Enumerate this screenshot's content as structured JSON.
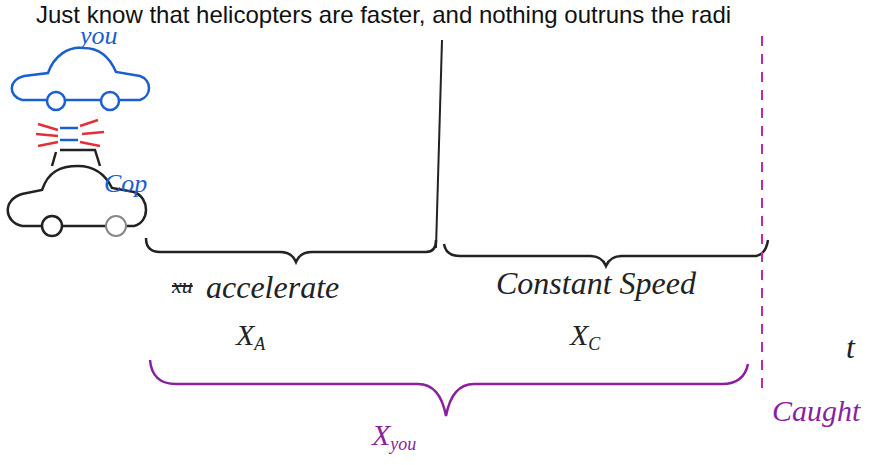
{
  "diagram": {
    "labels": [
      "Just know that helicopters are faster, and nothing outruns the radi",
      "you",
      "Cop",
      "xu",
      "accelerate",
      "Constant Speed",
      "XA",
      "XC",
      "t",
      "Xyou",
      "Caught"
    ]
  }
}
